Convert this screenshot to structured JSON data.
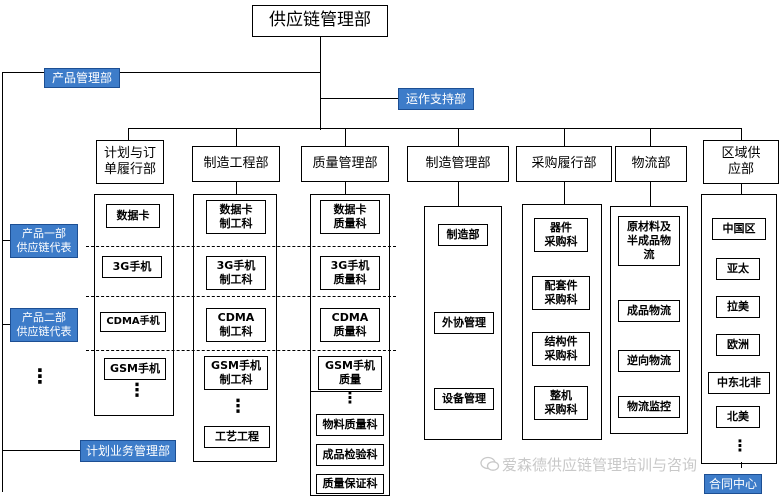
{
  "top": "供应链管理部",
  "side_labels": {
    "product_mgmt": "产品管理部",
    "ops_support": "运作支持部",
    "plan_business": "计划业务管理部",
    "contract_center": "合同中心",
    "product_1": "产品一部\n供应链代表",
    "product_2": "产品二部\n供应链代表"
  },
  "departments": [
    "计划与订\n单履行部",
    "制造工程部",
    "质量管理部",
    "制造管理部",
    "采购履行部",
    "物流部",
    "区域供\n应部"
  ],
  "plan_items": [
    "数据卡",
    "3G手机",
    "CDMA手机",
    "GSM手机"
  ],
  "eng_items": [
    "数据卡\n制工科",
    "3G手机\n制工科",
    "CDMA\n制工科",
    "GSM手机\n制工科",
    "工艺工程"
  ],
  "quality_items": [
    "数据卡\n质量科",
    "3G手机\n质量科",
    "CDMA\n质量科",
    "GSM手机\n质量",
    "物料质量科",
    "成品检验科",
    "质量保证科"
  ],
  "mfg_items": [
    "制造部",
    "外协管理",
    "设备管理"
  ],
  "purchase_items": [
    "器件\n采购科",
    "配套件\n采购科",
    "结构件\n采购科",
    "整机\n采购科"
  ],
  "logistics_items": [
    "原材料及\n半成品物\n流",
    "成品物流",
    "逆向物流",
    "物流监控"
  ],
  "region_items": [
    "中国区",
    "亚太",
    "拉美",
    "欧洲",
    "中东北非",
    "北美"
  ],
  "ellipsis": "⋮",
  "watermark": "爱森德供应链管理培训与咨询",
  "colors": {
    "label_blue": "#3d7cc9",
    "line": "#000000"
  }
}
